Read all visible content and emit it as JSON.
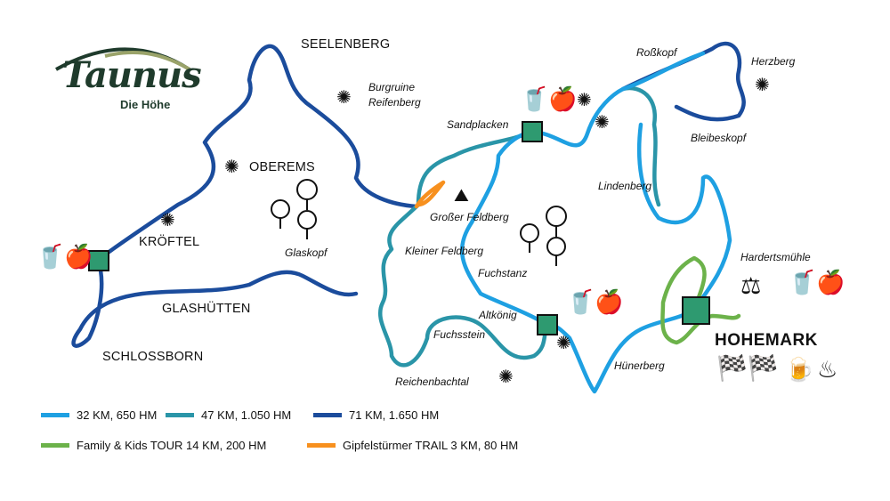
{
  "logo": {
    "word": "Taunus",
    "subtitle": "Die Höhe"
  },
  "places": {
    "seelenberg": "SEELENBERG",
    "burgruine_1": "Burgruine",
    "burgruine_2": "Reifenberg",
    "oberems": "OBEREMS",
    "kroeftel": "KRÖFTEL",
    "glaskopf": "Glaskopf",
    "glashuetten": "GLASHÜTTEN",
    "schlossborn": "SCHLOSSBORN",
    "sandplacken": "Sandplacken",
    "grosser_feldberg": "Großer Feldberg",
    "kleiner_feldberg": "Kleiner Feldberg",
    "fuchstanz": "Fuchstanz",
    "altkoenig": "Altkönig",
    "fuchsstein": "Fuchsstein",
    "reichenbachtal": "Reichenbachtal",
    "lindenberg": "Lindenberg",
    "rosskopf": "Roßkopf",
    "herzberg": "Herzberg",
    "bleibeskopf": "Bleibeskopf",
    "hardertsmuehle": "Hardertsmühle",
    "hohemark": "HOHEMARK",
    "huenerberg": "Hünerberg"
  },
  "legend": [
    {
      "label": "32 KM, 650 HM",
      "color": "#1ea0e2"
    },
    {
      "label": "47 KM, 1.050 HM",
      "color": "#2a95a8"
    },
    {
      "label": "71 KM, 1.650 HM",
      "color": "#1b4c9c"
    },
    {
      "label": "Family & Kids TOUR 14 KM, 200 HM",
      "color": "#6cb24a"
    },
    {
      "label": "Gipfelstürmer TRAIL 3 KM, 80 HM",
      "color": "#f7901e"
    }
  ],
  "colors": {
    "station": "#2e9a70",
    "logo": "#1f3b2c"
  }
}
